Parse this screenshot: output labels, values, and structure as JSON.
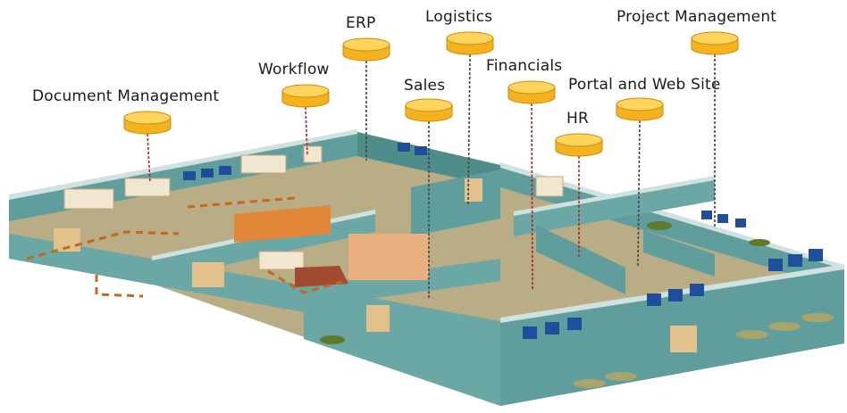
{
  "labels": {
    "document_management": "Document Management",
    "workflow": "Workflow",
    "erp": "ERP",
    "logistics": "Logistics",
    "sales": "Sales",
    "financials": "Financials",
    "portal_web_site": "Portal and Web Site",
    "hr": "HR",
    "project_management": "Project Management"
  },
  "colors": {
    "database_gold": "#f4b21e",
    "database_top": "#ffd45a",
    "floor": "#b8ad84",
    "wall_teal": "#5f9e9c",
    "wall_top": "#cfe2df",
    "window_blue": "#1f4f9a",
    "door_tan": "#e2c18c",
    "connector_red": "#b51e2a",
    "connector_dark": "#444444",
    "path_orange": "#c8661c"
  }
}
